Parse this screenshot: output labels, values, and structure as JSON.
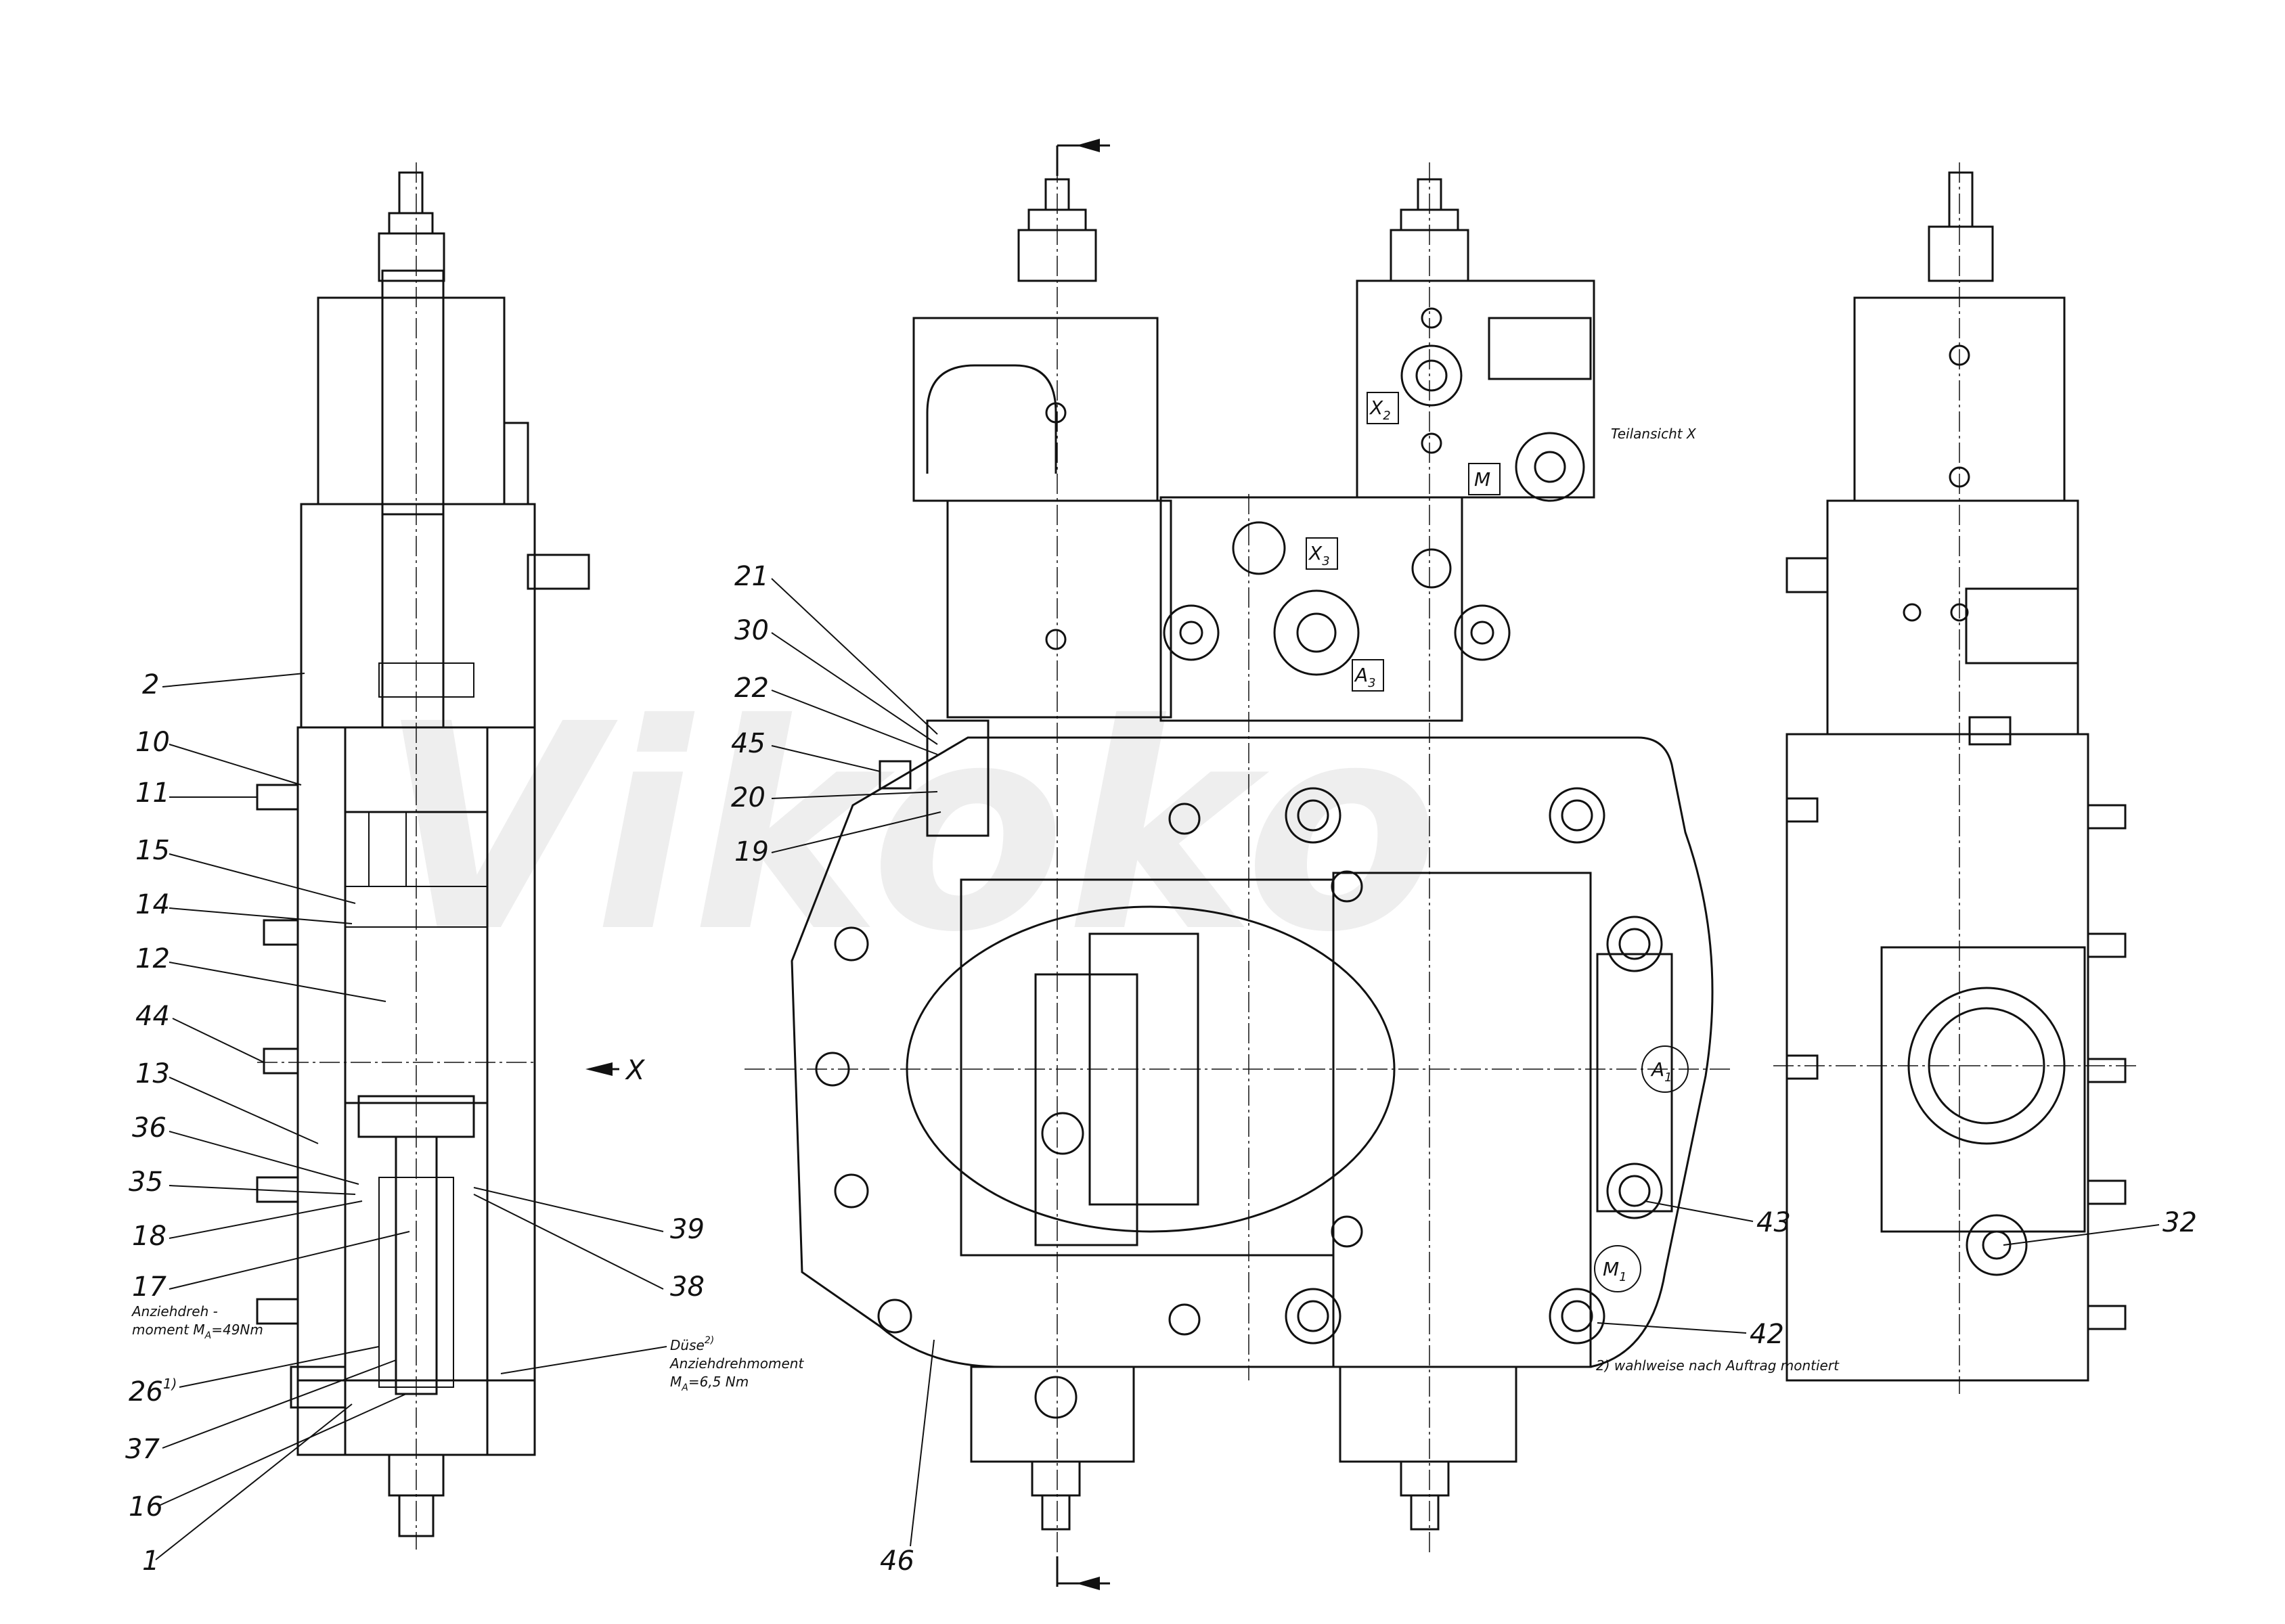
{
  "watermark": "Vikoko",
  "view_label": "Teilansicht X",
  "section_marker": "X",
  "left_callouts": [
    {
      "id": "2",
      "label": "2"
    },
    {
      "id": "10",
      "label": "10"
    },
    {
      "id": "11",
      "label": "11"
    },
    {
      "id": "15",
      "label": "15"
    },
    {
      "id": "14",
      "label": "14"
    },
    {
      "id": "12",
      "label": "12"
    },
    {
      "id": "44",
      "label": "44"
    },
    {
      "id": "13",
      "label": "13"
    },
    {
      "id": "36",
      "label": "36"
    },
    {
      "id": "35",
      "label": "35"
    },
    {
      "id": "18",
      "label": "18"
    },
    {
      "id": "17",
      "label": "17"
    },
    {
      "id": "26",
      "label": "26",
      "sup": "1)"
    },
    {
      "id": "37",
      "label": "37"
    },
    {
      "id": "16",
      "label": "16"
    },
    {
      "id": "1",
      "label": "1"
    },
    {
      "id": "39",
      "label": "39"
    },
    {
      "id": "38",
      "label": "38"
    }
  ],
  "torque_note_17": {
    "line1": "Anziehdreh -",
    "line2": "moment M",
    "sub": "A",
    "value": "=49Nm"
  },
  "nozzle_note": {
    "title": "Düse",
    "sup": "2)",
    "line2": "Anziehdrehmoment",
    "line3": "M",
    "sub": "A",
    "value": "=6,5 Nm"
  },
  "middle_callouts": [
    {
      "id": "21",
      "label": "21"
    },
    {
      "id": "30",
      "label": "30"
    },
    {
      "id": "22",
      "label": "22"
    },
    {
      "id": "45",
      "label": "45"
    },
    {
      "id": "20",
      "label": "20"
    },
    {
      "id": "19",
      "label": "19"
    },
    {
      "id": "46",
      "label": "46"
    },
    {
      "id": "43",
      "label": "43"
    },
    {
      "id": "42",
      "label": "42"
    },
    {
      "id": "32",
      "label": "32"
    }
  ],
  "port_labels": {
    "x2": {
      "main": "X",
      "sub": "2"
    },
    "x3": {
      "main": "X",
      "sub": "3"
    },
    "a3": {
      "main": "A",
      "sub": "3"
    },
    "m": {
      "main": "M"
    },
    "a1": {
      "main": "A",
      "sub": "1"
    },
    "m1": {
      "main": "M",
      "sub": "1"
    }
  },
  "footnote": "2) wahlweise nach Auftrag montiert"
}
